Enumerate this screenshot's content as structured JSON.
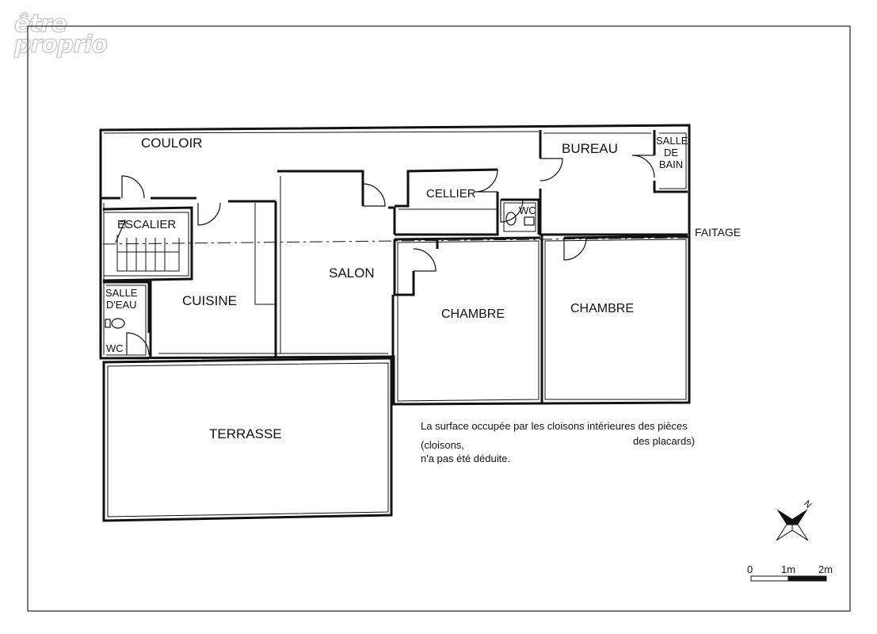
{
  "logo": {
    "line1": "être",
    "line2": "proprio"
  },
  "rooms": {
    "couloir": "COULOIR",
    "bureau": "BUREAU",
    "salle_de_bain": "SALLE\nDE\nBAIN",
    "cellier": "CELLIER",
    "wc_upper": "WC",
    "escalier": "ESCALIER",
    "salon": "SALON",
    "salle_eau": "SALLE\nD'EAU",
    "cuisine": "CUISINE",
    "wc_lower": "WC",
    "chambre_1": "CHAMBRE",
    "chambre_2": "CHAMBRE",
    "terrasse": "TERRASSE"
  },
  "faitage": "FAITAGE",
  "note": {
    "line1": "La surface occupée par les cloisons intérieures des pièces",
    "line2a": "(cloisons,",
    "line2b": "des placards)",
    "line3": "n'a pas été déduite."
  },
  "scale": {
    "tick0": "0",
    "tick1": "1m",
    "tick2": "2m"
  },
  "compass": {
    "north": "N"
  }
}
